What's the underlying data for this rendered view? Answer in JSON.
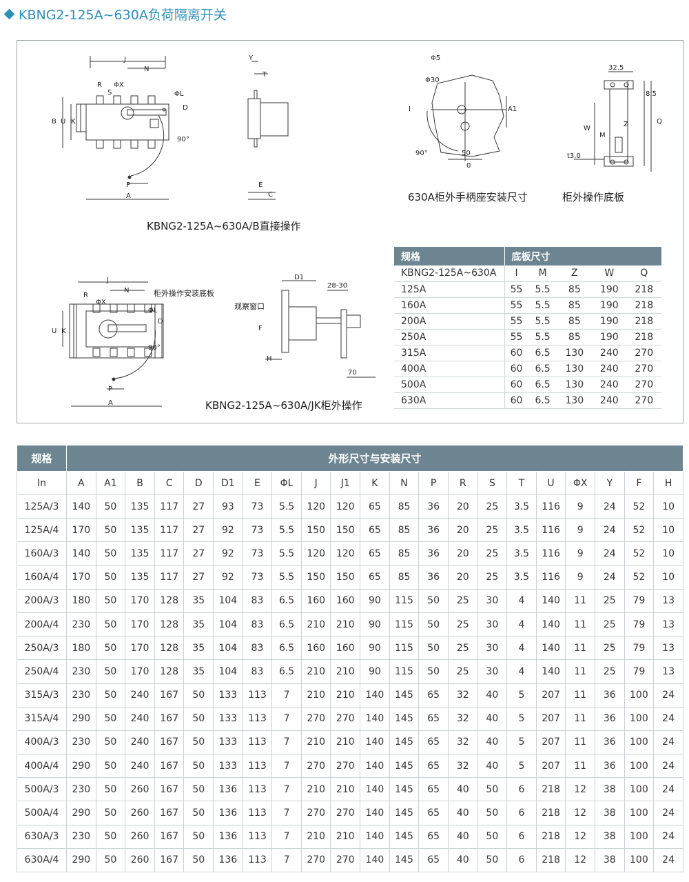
{
  "title": "KBNG2-125A~630A负荷隔离开关",
  "captions": {
    "direct": "KBNG2-125A~630A/B直接操作",
    "external": "KBNG2-125A~630A/JK柜外操作",
    "handle_seat": "630A柜外手柄座安装尺寸",
    "base_plate": "柜外操作底板",
    "base_plate_mount": "柜外操作安装底板",
    "window": "观察窗口"
  },
  "drawing_labels": {
    "J": "J",
    "N": "N",
    "R": "R",
    "S": "S",
    "PX": "ΦX",
    "PL": "ΦL",
    "D": "D",
    "B": "B",
    "U": "U",
    "K": "K",
    "P": "P",
    "A": "A",
    "deg90": "90°",
    "Y": "Y",
    "T": "T",
    "E": "E",
    "C": "C",
    "phi5": "Φ5",
    "phi30": "Φ30",
    "I": "I",
    "A1": "A1",
    "d50": "50",
    "d0": "0",
    "d325": "32.5",
    "d85": "8.5",
    "Z": "Z",
    "Q": "Q",
    "W": "W",
    "M": "M",
    "t30": "t3.0",
    "D1": "D1",
    "r2830": "28-30",
    "F": "F",
    "H": "H",
    "d70": "70"
  },
  "base_table": {
    "header_spec": "规格",
    "header_size": "底板尺寸",
    "columns": [
      "KBNG2-125A~630A",
      "I",
      "M",
      "Z",
      "W",
      "Q"
    ],
    "rows": [
      [
        "125A",
        "55",
        "5.5",
        "85",
        "190",
        "218"
      ],
      [
        "160A",
        "55",
        "5.5",
        "85",
        "190",
        "218"
      ],
      [
        "200A",
        "55",
        "5.5",
        "85",
        "190",
        "218"
      ],
      [
        "250A",
        "55",
        "5.5",
        "85",
        "190",
        "218"
      ],
      [
        "315A",
        "60",
        "6.5",
        "130",
        "240",
        "270"
      ],
      [
        "400A",
        "60",
        "6.5",
        "130",
        "240",
        "270"
      ],
      [
        "500A",
        "60",
        "6.5",
        "130",
        "240",
        "270"
      ],
      [
        "630A",
        "60",
        "6.5",
        "130",
        "240",
        "270"
      ]
    ]
  },
  "dim_table": {
    "header_spec": "规格",
    "header_dims": "外形尺寸与安装尺寸",
    "columns": [
      "In",
      "A",
      "A1",
      "B",
      "C",
      "D",
      "D1",
      "E",
      "ΦL",
      "J",
      "J1",
      "K",
      "N",
      "P",
      "R",
      "S",
      "T",
      "U",
      "ΦX",
      "Y",
      "F",
      "H"
    ],
    "rows": [
      [
        "125A/3",
        "140",
        "50",
        "135",
        "117",
        "27",
        "93",
        "73",
        "5.5",
        "120",
        "120",
        "65",
        "85",
        "36",
        "20",
        "25",
        "3.5",
        "116",
        "9",
        "24",
        "52",
        "10"
      ],
      [
        "125A/4",
        "170",
        "50",
        "135",
        "117",
        "27",
        "92",
        "73",
        "5.5",
        "150",
        "150",
        "65",
        "85",
        "36",
        "20",
        "25",
        "3.5",
        "116",
        "9",
        "24",
        "52",
        "10"
      ],
      [
        "160A/3",
        "140",
        "50",
        "135",
        "117",
        "27",
        "92",
        "73",
        "5.5",
        "120",
        "120",
        "65",
        "85",
        "36",
        "20",
        "25",
        "3.5",
        "116",
        "9",
        "24",
        "52",
        "10"
      ],
      [
        "160A/4",
        "170",
        "50",
        "135",
        "117",
        "27",
        "92",
        "73",
        "5.5",
        "150",
        "150",
        "65",
        "85",
        "36",
        "20",
        "25",
        "3.5",
        "116",
        "9",
        "24",
        "52",
        "10"
      ],
      [
        "200A/3",
        "180",
        "50",
        "170",
        "128",
        "35",
        "104",
        "83",
        "6.5",
        "160",
        "160",
        "90",
        "115",
        "50",
        "25",
        "30",
        "4",
        "140",
        "11",
        "25",
        "79",
        "13"
      ],
      [
        "200A/4",
        "230",
        "50",
        "170",
        "128",
        "35",
        "104",
        "83",
        "6.5",
        "210",
        "210",
        "90",
        "115",
        "50",
        "25",
        "30",
        "4",
        "140",
        "11",
        "25",
        "79",
        "13"
      ],
      [
        "250A/3",
        "180",
        "50",
        "170",
        "128",
        "35",
        "104",
        "83",
        "6.5",
        "160",
        "160",
        "90",
        "115",
        "50",
        "25",
        "30",
        "4",
        "140",
        "11",
        "25",
        "79",
        "13"
      ],
      [
        "250A/4",
        "230",
        "50",
        "170",
        "128",
        "35",
        "104",
        "83",
        "6.5",
        "210",
        "210",
        "90",
        "115",
        "50",
        "25",
        "30",
        "4",
        "140",
        "11",
        "25",
        "79",
        "13"
      ],
      [
        "315A/3",
        "230",
        "50",
        "240",
        "167",
        "50",
        "133",
        "113",
        "7",
        "210",
        "210",
        "140",
        "145",
        "65",
        "32",
        "40",
        "5",
        "207",
        "11",
        "36",
        "100",
        "24"
      ],
      [
        "315A/4",
        "290",
        "50",
        "240",
        "167",
        "50",
        "133",
        "113",
        "7",
        "270",
        "270",
        "140",
        "145",
        "65",
        "32",
        "40",
        "5",
        "207",
        "11",
        "36",
        "100",
        "24"
      ],
      [
        "400A/3",
        "230",
        "50",
        "240",
        "167",
        "50",
        "133",
        "113",
        "7",
        "210",
        "210",
        "140",
        "145",
        "65",
        "32",
        "40",
        "5",
        "207",
        "11",
        "36",
        "100",
        "24"
      ],
      [
        "400A/4",
        "290",
        "50",
        "240",
        "167",
        "50",
        "133",
        "113",
        "7",
        "270",
        "270",
        "140",
        "145",
        "65",
        "32",
        "40",
        "5",
        "207",
        "11",
        "36",
        "100",
        "24"
      ],
      [
        "500A/3",
        "230",
        "50",
        "260",
        "167",
        "50",
        "136",
        "113",
        "7",
        "210",
        "210",
        "140",
        "145",
        "65",
        "40",
        "50",
        "6",
        "218",
        "12",
        "38",
        "100",
        "24"
      ],
      [
        "500A/4",
        "290",
        "50",
        "260",
        "167",
        "50",
        "136",
        "113",
        "7",
        "270",
        "270",
        "140",
        "145",
        "65",
        "40",
        "50",
        "6",
        "218",
        "12",
        "38",
        "100",
        "24"
      ],
      [
        "630A/3",
        "230",
        "50",
        "260",
        "167",
        "50",
        "136",
        "113",
        "7",
        "210",
        "210",
        "140",
        "145",
        "65",
        "40",
        "50",
        "6",
        "218",
        "12",
        "38",
        "100",
        "24"
      ],
      [
        "630A/4",
        "290",
        "50",
        "260",
        "167",
        "50",
        "136",
        "113",
        "7",
        "270",
        "270",
        "140",
        "145",
        "65",
        "40",
        "50",
        "6",
        "218",
        "12",
        "38",
        "100",
        "24"
      ]
    ]
  }
}
